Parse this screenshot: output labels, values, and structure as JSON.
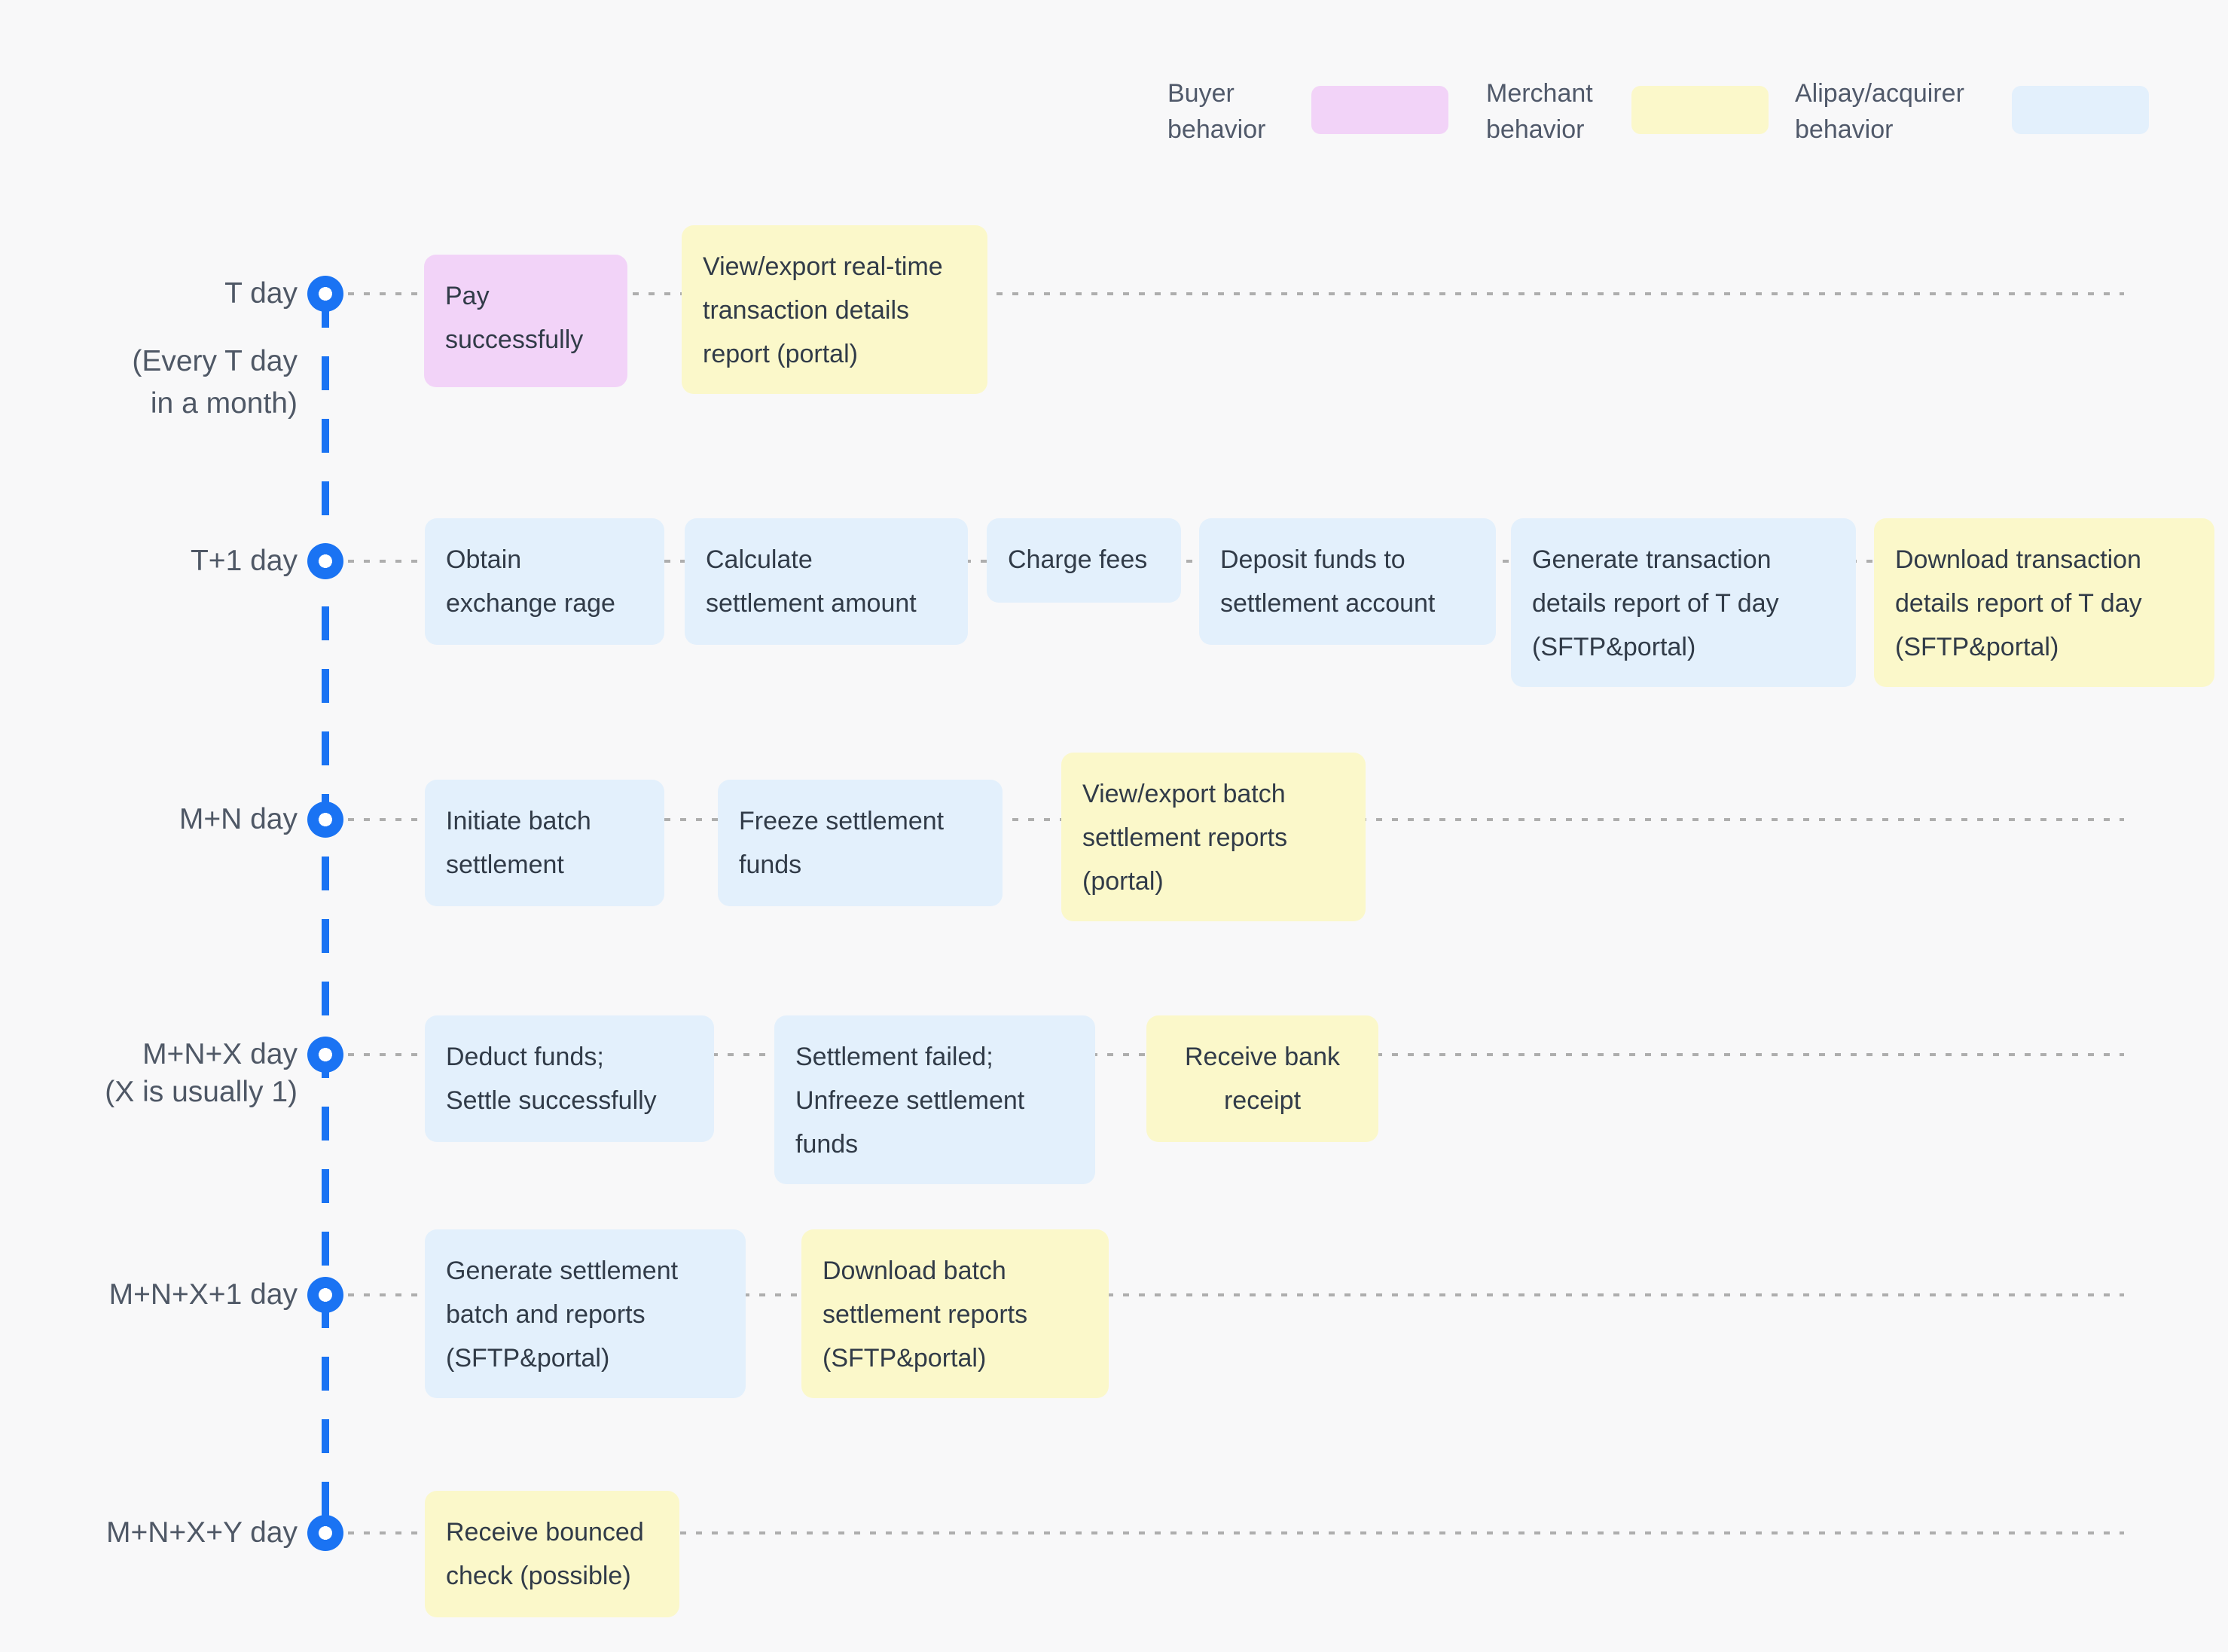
{
  "colors": {
    "background": "#f8f8f9",
    "buyer": "#f2d3f8",
    "merchant": "#fbf8ca",
    "acquirer": "#e3f0fc",
    "axis_blue": "#1a73f3",
    "guide_gray": "#aeaeae",
    "label_text": "#4f5866",
    "box_text": "#313b48"
  },
  "legend": {
    "items": [
      {
        "label": "Buyer\nbehavior",
        "type": "buyer"
      },
      {
        "label": "Merchant\nbehavior",
        "type": "merchant"
      },
      {
        "label": "Alipay/acquirer\nbehavior",
        "type": "acquirer"
      }
    ]
  },
  "rows": [
    {
      "label": "T day",
      "sublabel": "(Every T day\nin a month)",
      "boxes": [
        {
          "text": "Pay\nsuccessfully",
          "type": "buyer"
        },
        {
          "text": "View/export real-time\ntransaction details\nreport (portal)",
          "type": "merchant"
        }
      ]
    },
    {
      "label": "T+1 day",
      "sublabel": "",
      "boxes": [
        {
          "text": "Obtain\nexchange rage",
          "type": "acquirer"
        },
        {
          "text": "Calculate\nsettlement amount",
          "type": "acquirer"
        },
        {
          "text": "Charge fees",
          "type": "acquirer"
        },
        {
          "text": "Deposit funds to\nsettlement account",
          "type": "acquirer"
        },
        {
          "text": "Generate transaction\ndetails report of T day\n(SFTP&portal)",
          "type": "acquirer"
        },
        {
          "text": "Download transaction\ndetails report of T day\n(SFTP&portal)",
          "type": "merchant"
        }
      ]
    },
    {
      "label": "M+N day",
      "sublabel": "",
      "boxes": [
        {
          "text": "Initiate batch\nsettlement",
          "type": "acquirer"
        },
        {
          "text": "Freeze settlement\nfunds",
          "type": "acquirer"
        },
        {
          "text": "View/export batch\nsettlement reports\n(portal)",
          "type": "merchant"
        }
      ]
    },
    {
      "label": "M+N+X day",
      "sublabel": "(X is usually 1)",
      "boxes": [
        {
          "text": "Deduct funds;\nSettle successfully",
          "type": "acquirer"
        },
        {
          "text": "Settlement failed;\nUnfreeze settlement\nfunds",
          "type": "acquirer"
        },
        {
          "text": "Receive bank\nreceipt",
          "type": "merchant"
        }
      ]
    },
    {
      "label": "M+N+X+1 day",
      "sublabel": "",
      "boxes": [
        {
          "text": "Generate settlement\nbatch and reports\n(SFTP&portal)",
          "type": "acquirer"
        },
        {
          "text": "Download batch\nsettlement reports\n(SFTP&portal)",
          "type": "merchant"
        }
      ]
    },
    {
      "label": "M+N+X+Y day",
      "sublabel": "",
      "boxes": [
        {
          "text": "Receive bounced\ncheck (possible)",
          "type": "merchant"
        }
      ]
    }
  ]
}
